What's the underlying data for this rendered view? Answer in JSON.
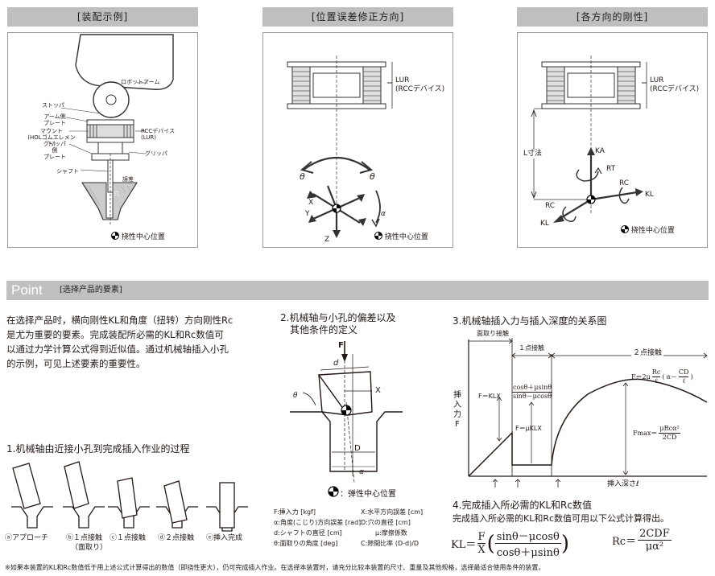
{
  "headers": {
    "example": "[装配示例]",
    "direction": "[位置误差修正方向]",
    "rigidity": "[各方向的刚性]"
  },
  "panel1": {
    "robot_arm": "ロボットアーム",
    "stopper": "ストッパ",
    "arm_plate_1": "アーム側",
    "arm_plate_2": "プレート",
    "mount_1": "マウント",
    "mount_2": "(HOLゴムエレメント)",
    "grip_plate_1": "グリッパ側",
    "grip_plate_2": "プレート",
    "rcc_1": "RCCデバイス",
    "rcc_2": "(LUR)",
    "gripper": "グリッパ",
    "shaft": "シャフト",
    "error": "誤差",
    "hole": "穴",
    "center": "挠性中心位置"
  },
  "panel2": {
    "lur_1": "LUR",
    "lur_2": "(RCCデバイス)",
    "theta1": "θ",
    "theta2": "θ",
    "x": "X",
    "y": "Y",
    "z": "Z",
    "alpha": "α",
    "center": "挠性中心位置"
  },
  "panel3": {
    "lur_1": "LUR",
    "lur_2": "(RCCデバイス)",
    "l_size": "L寸法",
    "ka": "KA",
    "rt": "RT",
    "rc1": "RC",
    "kl1": "KL",
    "rc2": "RC",
    "kl2": "KL",
    "center": "挠性中心位置"
  },
  "point": {
    "title": "Point",
    "subtitle": "[选择产品的要素]"
  },
  "intro": [
    "在选择产品时，横向刚性KL和角度（扭转）方向刚性Rc",
    "是尤为重要的要素。完成装配所必需的KL和Rc数值可",
    "以通过力学计算公式得到近似值。通过机械轴插入小孔",
    "的示例，可见上述要素的重要性。"
  ],
  "section1": {
    "title": "1.机械轴由近接小孔到完成插入作业的过程",
    "labels": [
      "ⓐアプローチ",
      "ⓑ１点接触",
      "ⓒ１点接触",
      "ⓓ２点接触",
      "ⓔ挿入完成"
    ],
    "sub_b": "（面取り）"
  },
  "section2": {
    "title_1": "2.机械轴与小孔的偏差以及",
    "title_2": "其他条件的定义",
    "f": "F",
    "d": "d",
    "x": "X",
    "big_d": "D",
    "theta": "θ",
    "alpha": "α",
    "center": "：弹性中心位置",
    "legend": [
      [
        "F:挿入力 [kgf]",
        "X:水平方向誤差 [cm]"
      ],
      [
        "α:角度(こじり)方向誤差 [rad]",
        "D:穴の直径 [cm]"
      ],
      [
        "d:シャフトの直径 [cm]",
        "μ:摩擦係数"
      ],
      [
        "θ:面取りの角度 [deg]",
        "C:隙間比率 (D-d)/D"
      ]
    ]
  },
  "section3": {
    "title": "3.机械轴插入力与插入深度的关系图",
    "chamfer_contact": "面取り接触",
    "one_point": "１点接触",
    "two_point": "２点接触",
    "y_label": [
      "挿",
      "入",
      "力",
      "F"
    ],
    "x_label": "挿入深さℓ",
    "f_klx": "F＝KLX",
    "f_mu": "F＝μKLX",
    "frac_num": "cosθ＋μsinθ",
    "frac_den": "sinθ－μcosθ",
    "f_two": "F＝2μ",
    "two_num": "Rc",
    "two_den": "ℓ",
    "two_par_num": "CD",
    "two_par_den": "ℓ",
    "two_par_lhs": "α－",
    "fmax": "Fmax＝",
    "fmax_num": "μRcα²",
    "fmax_den": "2CD"
  },
  "section4": {
    "title": "4.完成插入所必需的KL和Rc数值",
    "desc": "完成插入所必需的KL和Rc数值可用以下公式计算得出。",
    "kl": "KL＝",
    "kl_f": "F",
    "kl_x": "X",
    "kl_num": "sinθ－μcosθ",
    "kl_den": "cosθ＋μsinθ",
    "rc": "Rc＝",
    "rc_num": "2CDF",
    "rc_den": "μα²"
  },
  "footnote": "※如果本装置的KL和Rc数值低于用上述公式计算得出的数值（即挠性更大），仍可完成插入作业。在选择本装置时，请充分比较本装置的尺寸、重量及其他规格，选择最适合使用条件的装置。"
}
